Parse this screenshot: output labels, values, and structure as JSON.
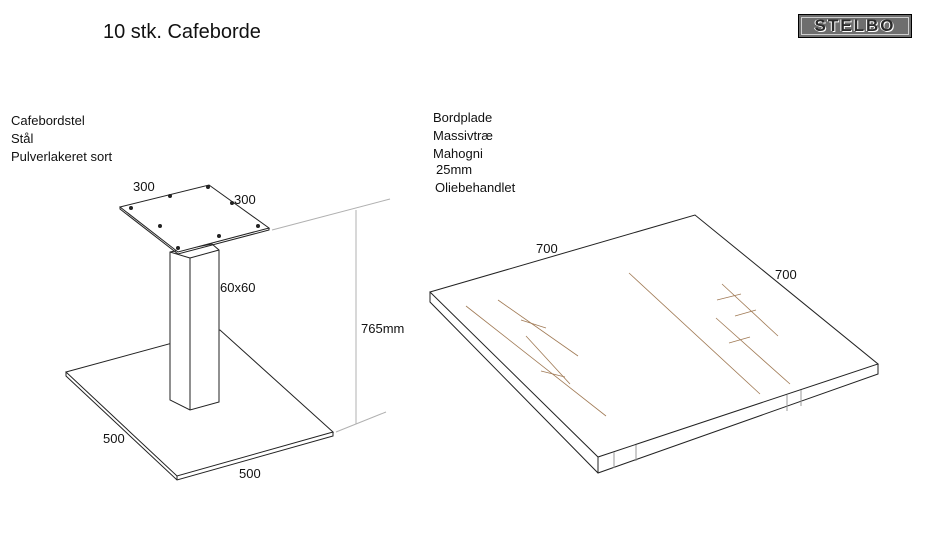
{
  "title": "10 stk. Cafeborde",
  "brand": {
    "logo_text": "STELBO"
  },
  "stand": {
    "specs": [
      "Cafebordstel",
      "Stål",
      "Pulverlakeret sort"
    ],
    "dims": {
      "plate_width": "300",
      "plate_depth": "300",
      "column": "60x60",
      "height": "765mm",
      "base_depth": "500",
      "base_width": "500"
    }
  },
  "tabletop": {
    "specs": [
      "Bordplade",
      "Massivtræ",
      "Mahogni",
      "25mm",
      "Oliebehandlet"
    ],
    "dims": {
      "width": "700",
      "depth": "700"
    }
  },
  "colors": {
    "line": "#222222",
    "dim_line": "#b0b0b0",
    "wood_grain": "#a07a55"
  }
}
